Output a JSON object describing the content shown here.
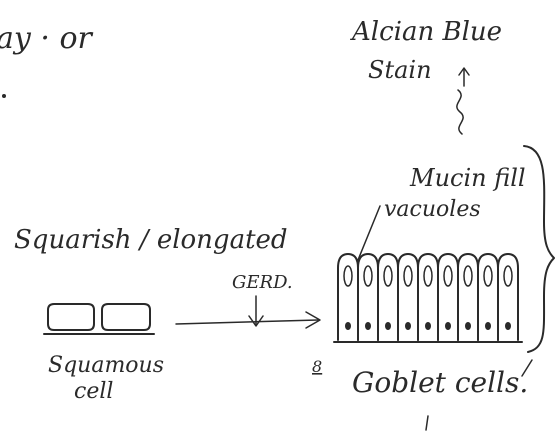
{
  "notes": {
    "fragment_top_left": "ay · or",
    "stain_line1": "Alcian Blue",
    "stain_line2": "Stain",
    "mucin_line1": "Mucin fill",
    "mucin_line2": "vacuoles",
    "shape_label": "Squarish / elongated",
    "gerd_label": "GERD.",
    "squamous_line1": "Squamous",
    "squamous_line2": "cell",
    "goblet_label": "Goblet cells.",
    "goblet_prefix": "8"
  },
  "colors": {
    "ink": "#2a2a2a",
    "background": "#ffffff"
  }
}
